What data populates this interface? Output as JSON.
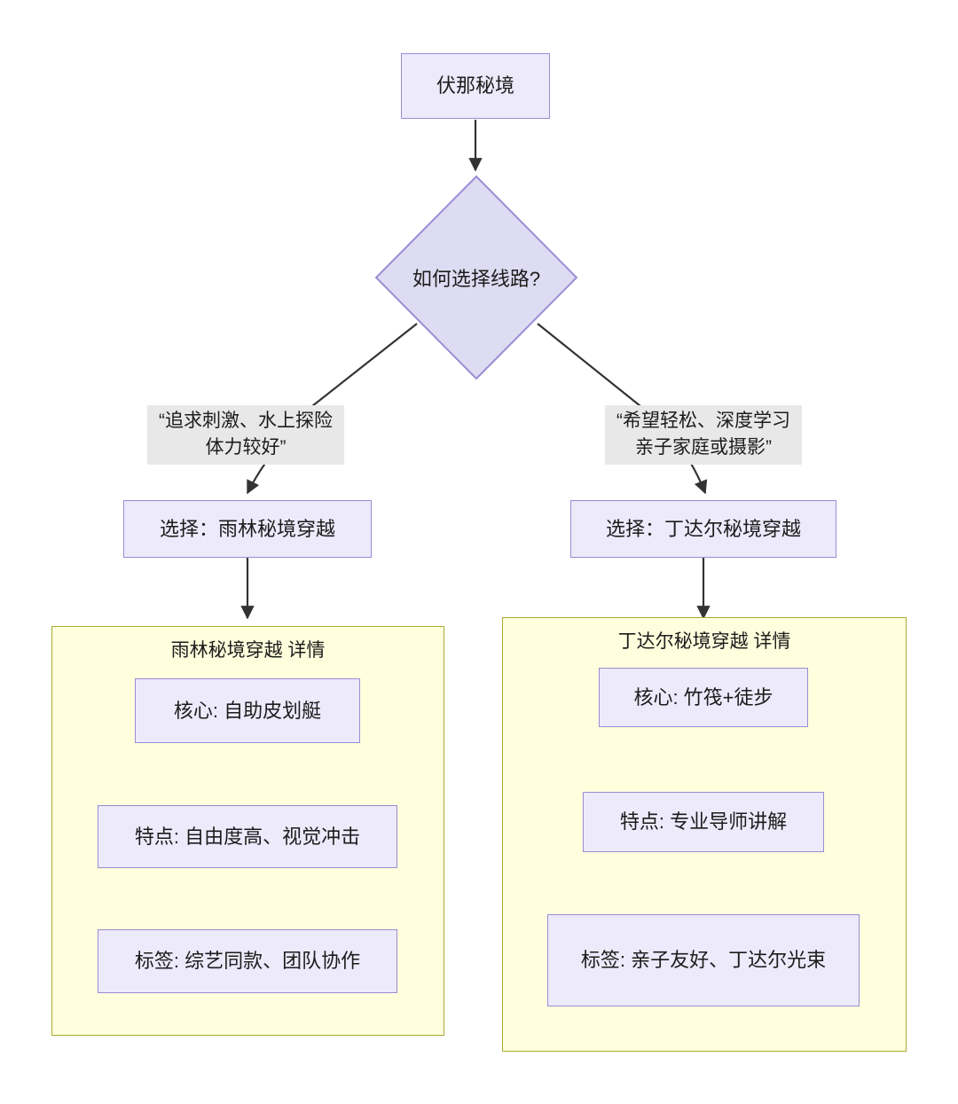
{
  "diagram": {
    "type": "flowchart",
    "direction": "top-down",
    "title_node": {
      "id": "root",
      "label": "伏那秘境",
      "shape": "rectangle"
    },
    "decision": {
      "id": "decision",
      "label": "如何选择线路?",
      "shape": "diamond"
    },
    "edge_labels": {
      "left": "“追求刺激、水上探险\n体力较好”",
      "right": "“希望轻松、深度学习\n亲子家庭或摄影”"
    },
    "choices": {
      "left": "选择：雨林秘境穿越",
      "right": "选择：丁达尔秘境穿越"
    },
    "subgraphs": [
      {
        "id": "left-detail",
        "title": "雨林秘境穿越 详情",
        "items": [
          "核心: 自助皮划艇",
          "特点: 自由度高、视觉冲击",
          "标签: 综艺同款、团队协作"
        ]
      },
      {
        "id": "right-detail",
        "title": "丁达尔秘境穿越 详情",
        "items": [
          "核心: 竹筏+徒步",
          "特点: 专业导师讲解",
          "标签: 亲子友好、丁达尔光束"
        ]
      }
    ],
    "colors": {
      "node_fill": "#ECEAFB",
      "node_border": "#9B8CD4",
      "subgraph_fill": "#FFFFDE",
      "subgraph_border": "#AAAA33",
      "edge_line": "#333333",
      "edge_label_bg": "#E8E8E8",
      "background": "#FFFFFF"
    }
  }
}
